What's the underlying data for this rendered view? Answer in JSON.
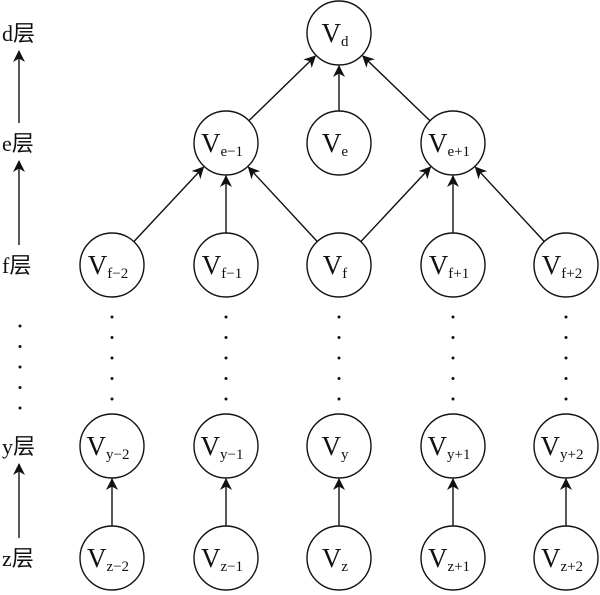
{
  "diagram": {
    "layers": [
      {
        "id": "d",
        "label": "d层"
      },
      {
        "id": "e",
        "label": "e层"
      },
      {
        "id": "f",
        "label": "f层"
      },
      {
        "id": "y",
        "label": "y层"
      },
      {
        "id": "z",
        "label": "z层"
      }
    ],
    "nodes": [
      {
        "id": "Vd",
        "main": "V",
        "sub": "d",
        "layer": "d",
        "col": 2
      },
      {
        "id": "Ve-1",
        "main": "V",
        "sub": "e−1",
        "layer": "e",
        "col": 1
      },
      {
        "id": "Ve",
        "main": "V",
        "sub": "e",
        "layer": "e",
        "col": 2
      },
      {
        "id": "Ve+1",
        "main": "V",
        "sub": "e+1",
        "layer": "e",
        "col": 3
      },
      {
        "id": "Vf-2",
        "main": "V",
        "sub": "f−2",
        "layer": "f",
        "col": 0
      },
      {
        "id": "Vf-1",
        "main": "V",
        "sub": "f−1",
        "layer": "f",
        "col": 1
      },
      {
        "id": "Vf",
        "main": "V",
        "sub": "f",
        "layer": "f",
        "col": 2
      },
      {
        "id": "Vf+1",
        "main": "V",
        "sub": "f+1",
        "layer": "f",
        "col": 3
      },
      {
        "id": "Vf+2",
        "main": "V",
        "sub": "f+2",
        "layer": "f",
        "col": 4
      },
      {
        "id": "Vy-2",
        "main": "V",
        "sub": "y−2",
        "layer": "y",
        "col": 0
      },
      {
        "id": "Vy-1",
        "main": "V",
        "sub": "y−1",
        "layer": "y",
        "col": 1
      },
      {
        "id": "Vy",
        "main": "V",
        "sub": "y",
        "layer": "y",
        "col": 2
      },
      {
        "id": "Vy+1",
        "main": "V",
        "sub": "y+1",
        "layer": "y",
        "col": 3
      },
      {
        "id": "Vy+2",
        "main": "V",
        "sub": "y+2",
        "layer": "y",
        "col": 4
      },
      {
        "id": "Vz-2",
        "main": "V",
        "sub": "z−2",
        "layer": "z",
        "col": 0
      },
      {
        "id": "Vz-1",
        "main": "V",
        "sub": "z−1",
        "layer": "z",
        "col": 1
      },
      {
        "id": "Vz",
        "main": "V",
        "sub": "z",
        "layer": "z",
        "col": 2
      },
      {
        "id": "Vz+1",
        "main": "V",
        "sub": "z+1",
        "layer": "z",
        "col": 3
      },
      {
        "id": "Vz+2",
        "main": "V",
        "sub": "z+2",
        "layer": "z",
        "col": 4
      }
    ],
    "edges": [
      {
        "from": "Ve-1",
        "to": "Vd"
      },
      {
        "from": "Ve",
        "to": "Vd"
      },
      {
        "from": "Ve+1",
        "to": "Vd"
      },
      {
        "from": "Vf-2",
        "to": "Ve-1"
      },
      {
        "from": "Vf-1",
        "to": "Ve-1"
      },
      {
        "from": "Vf",
        "to": "Ve-1"
      },
      {
        "from": "Vf",
        "to": "Ve+1"
      },
      {
        "from": "Vf+1",
        "to": "Ve+1"
      },
      {
        "from": "Vf+2",
        "to": "Ve+1"
      },
      {
        "from": "Vz-2",
        "to": "Vy-2"
      },
      {
        "from": "Vz-1",
        "to": "Vy-1"
      },
      {
        "from": "Vz",
        "to": "Vy"
      },
      {
        "from": "Vz+1",
        "to": "Vy+1"
      },
      {
        "from": "Vz+2",
        "to": "Vy+2"
      }
    ],
    "layer_arrows": [
      {
        "from": "e",
        "to": "d"
      },
      {
        "from": "f",
        "to": "e"
      },
      {
        "from": "z",
        "to": "y"
      }
    ],
    "ellipsis": {
      "between": [
        "f",
        "y"
      ],
      "columns": [
        0,
        1,
        2,
        3,
        4
      ],
      "dots_per_column": 5
    }
  }
}
